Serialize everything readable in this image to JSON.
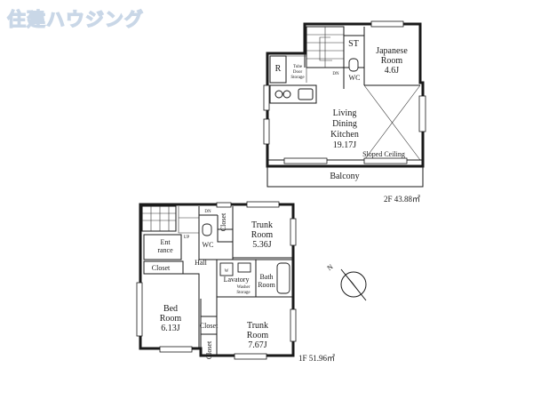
{
  "logo": {
    "text": "住建ハウジング",
    "color": "#c7d5e6"
  },
  "floor2": {
    "area_label": "2F 43.88㎡",
    "rooms": {
      "st": "ST",
      "japanese_room": [
        "Japanese",
        "Room",
        "4.6J"
      ],
      "wc": "WC",
      "dn": "DN",
      "tube_door_storage": [
        "Tube",
        "Door",
        "Storage"
      ],
      "ldk": [
        "Living",
        "Dining",
        "Kitchen",
        "19.17J"
      ],
      "sloped_ceiling": "Sloped Ceiling",
      "balcony": "Balcony",
      "fridge_mark": "R"
    }
  },
  "floor1": {
    "area_label": "1F 51.96㎡",
    "rooms": {
      "dn": "DN",
      "up": "UP",
      "wc": "WC",
      "closet_stair": "Closet",
      "trunk_room_1": [
        "Trunk",
        "Room",
        "5.36J"
      ],
      "entrance": [
        "Ent",
        "rance"
      ],
      "hall": "Hall",
      "closet_bed": "Closet",
      "lavatory": "Lavatory",
      "washer_mark": "W",
      "washer_storage": [
        "Washer",
        "Storage"
      ],
      "bathroom": [
        "Bath",
        "Room"
      ],
      "bed_room": [
        "Bed",
        "Room",
        "6.13J"
      ],
      "closet_a": "Closet",
      "closet_b": "Closet",
      "trunk_room_2": [
        "Trunk",
        "Room",
        "7.67J"
      ]
    }
  },
  "compass": {
    "label": "N"
  }
}
